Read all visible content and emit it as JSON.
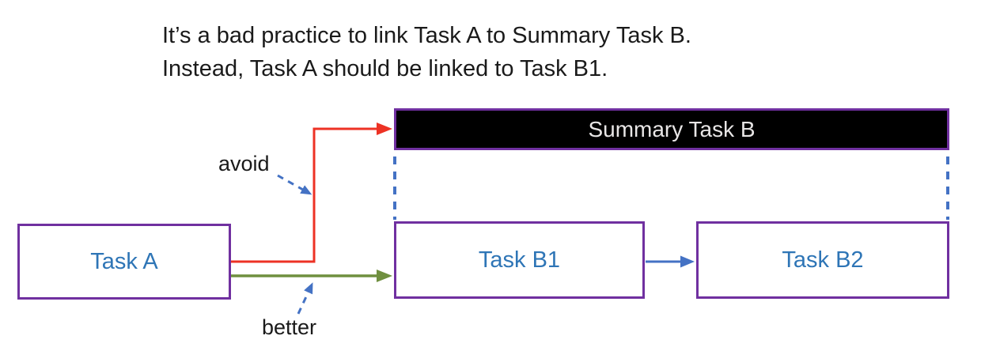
{
  "caption": {
    "line1": "It’s a bad practice to link Task A to Summary Task B.",
    "line2": "Instead, Task A should be linked to Task B1."
  },
  "nodes": {
    "summary": {
      "label": "Summary Task B",
      "fill": "#000000",
      "text_color": "#E8E6E6"
    },
    "task_a": {
      "label": "Task A"
    },
    "task_b1": {
      "label": "Task B1"
    },
    "task_b2": {
      "label": "Task B2"
    }
  },
  "annotations": {
    "avoid_label": "avoid",
    "better_label": "better"
  },
  "edges": [
    {
      "from": "Task A",
      "to": "Summary Task B",
      "style": "solid elbow",
      "color": "#ED3224",
      "callout": "avoid"
    },
    {
      "from": "Task A",
      "to": "Task B1",
      "style": "solid",
      "color": "#6F8F3F",
      "callout": "better"
    },
    {
      "from": "Task B1",
      "to": "Task B2",
      "style": "solid",
      "color": "#4472C4"
    },
    {
      "from": "Summary Task B",
      "to": "Task B1",
      "style": "dashed vertical extent",
      "color": "#4472C4"
    },
    {
      "from": "Summary Task B",
      "to": "Task B2",
      "style": "dashed vertical extent",
      "color": "#4472C4"
    }
  ],
  "colors": {
    "box_border": "#7030A0",
    "task_text": "#2E75B6",
    "summary_fill": "#000000",
    "summary_text": "#E8E6E6",
    "avoid_arrow": "#ED3224",
    "better_arrow": "#6F8F3F",
    "link_arrow": "#4472C4",
    "dashed_extent": "#4472C4",
    "caption_text": "#1A1A1A",
    "background": "#FFFFFF"
  }
}
